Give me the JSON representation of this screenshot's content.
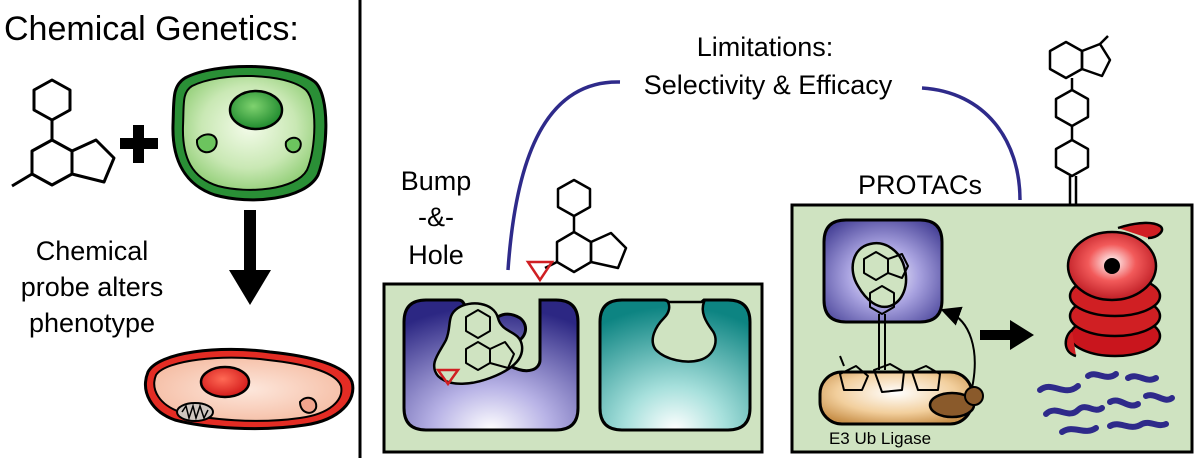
{
  "left_panel": {
    "title": "Chemical Genetics:",
    "description_lines": [
      "Chemical",
      "probe alters",
      "phenotype"
    ]
  },
  "right_panel": {
    "limitations_lines": [
      "Limitations:",
      "Selectivity & Efficacy"
    ],
    "bump_hole_lines": [
      "Bump",
      "-&-",
      "Hole"
    ],
    "protacs_label": "PROTACs",
    "ligase_label": "E3 Ub Ligase"
  },
  "colors": {
    "panel_fill": "#cfe3c1",
    "cell_green": "#56b24c",
    "cell_dark_green": "#1f7a2b",
    "cell_red": "#e8312a",
    "protein_purple": "#2e2a8a",
    "protein_teal": "#0f8c8a",
    "arc_blue": "#2e2a8a",
    "ligase_tan": "#d9a86b",
    "target_red": "#d01f23"
  },
  "icons": [
    "plus-icon",
    "down-arrow-icon",
    "right-arrow-icon",
    "bump-triangle-icon",
    "mitochondrion-icon"
  ]
}
